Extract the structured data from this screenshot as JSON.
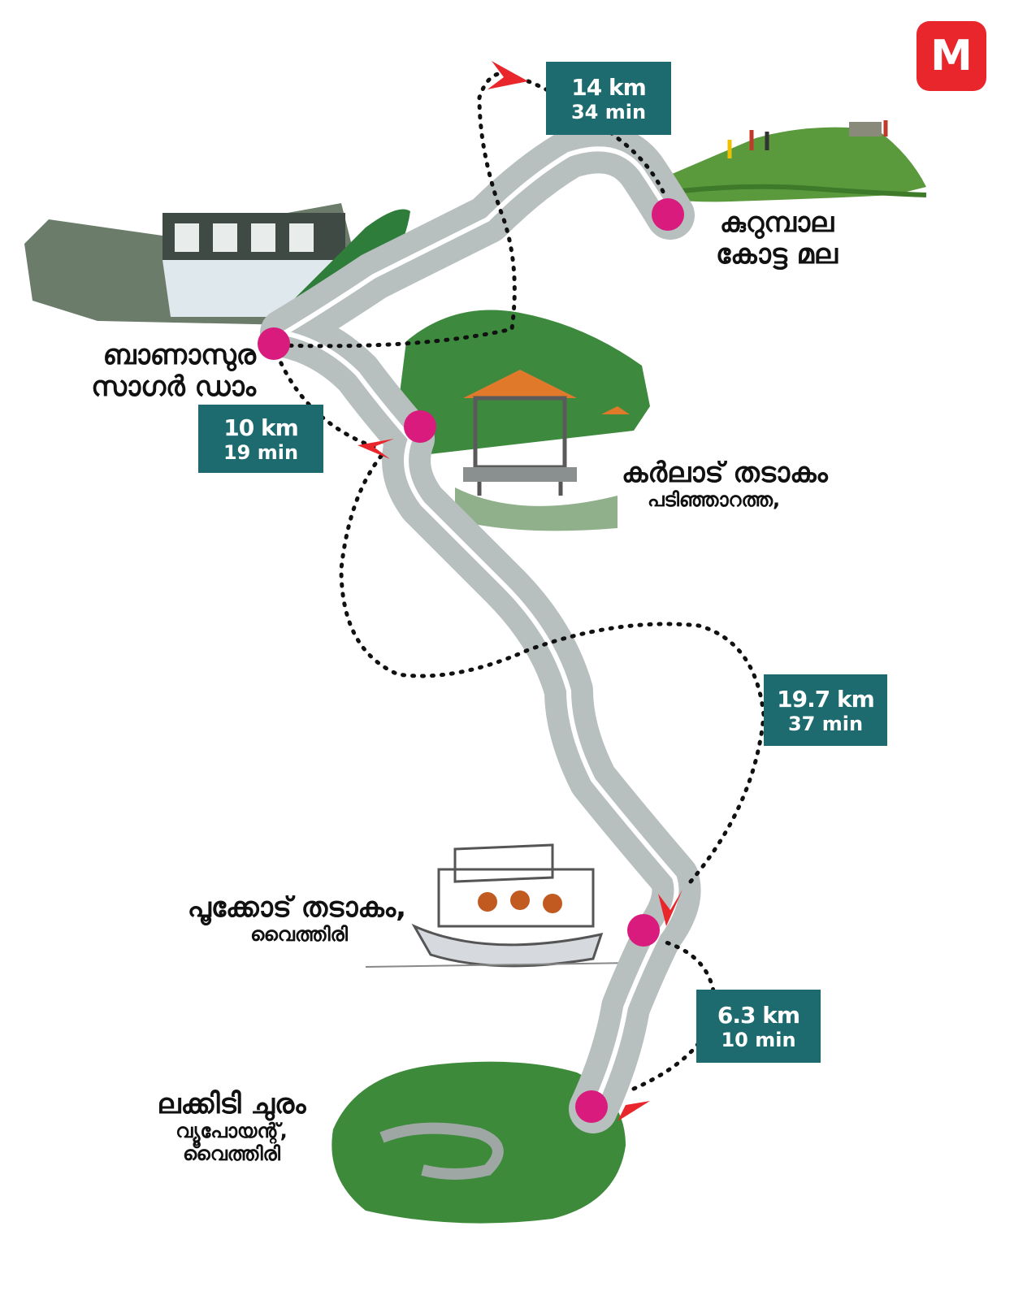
{
  "brand": {
    "logo_letter": "M",
    "logo_color": "#e8262b"
  },
  "colors": {
    "route_box": "#1d6b6e",
    "stop_marker": "#d81b7c",
    "arrow": "#e8262b",
    "road": "#b8bfbf",
    "road_line": "#ffffff",
    "forest": "#2f7d3a"
  },
  "stops": [
    {
      "id": "kurumbalakotta",
      "name": "കുറുമ്പാല",
      "name2": "കോട്ട മല"
    },
    {
      "id": "banasura",
      "name": "ബാണാസുര",
      "name2": "സാഗർ ഡാം"
    },
    {
      "id": "karlad",
      "name": "കർലാട് തടാകം",
      "name2": "പടിഞ്ഞാറത്ത,"
    },
    {
      "id": "pookode",
      "name": "പൂക്കോട് തടാകം,",
      "name2": "വൈത്തിരി"
    },
    {
      "id": "lakkidi",
      "name": "ലക്കിടി ചുരം",
      "name2": "വ്യൂപോയന്റ്,",
      "name3": "വൈത്തിരി"
    }
  ],
  "legs": [
    {
      "km": "14 km",
      "min": "34 min"
    },
    {
      "km": "10 km",
      "min": "19 min"
    },
    {
      "km": "19.7 km",
      "min": "37 min"
    },
    {
      "km": "6.3 km",
      "min": "10 min"
    }
  ]
}
